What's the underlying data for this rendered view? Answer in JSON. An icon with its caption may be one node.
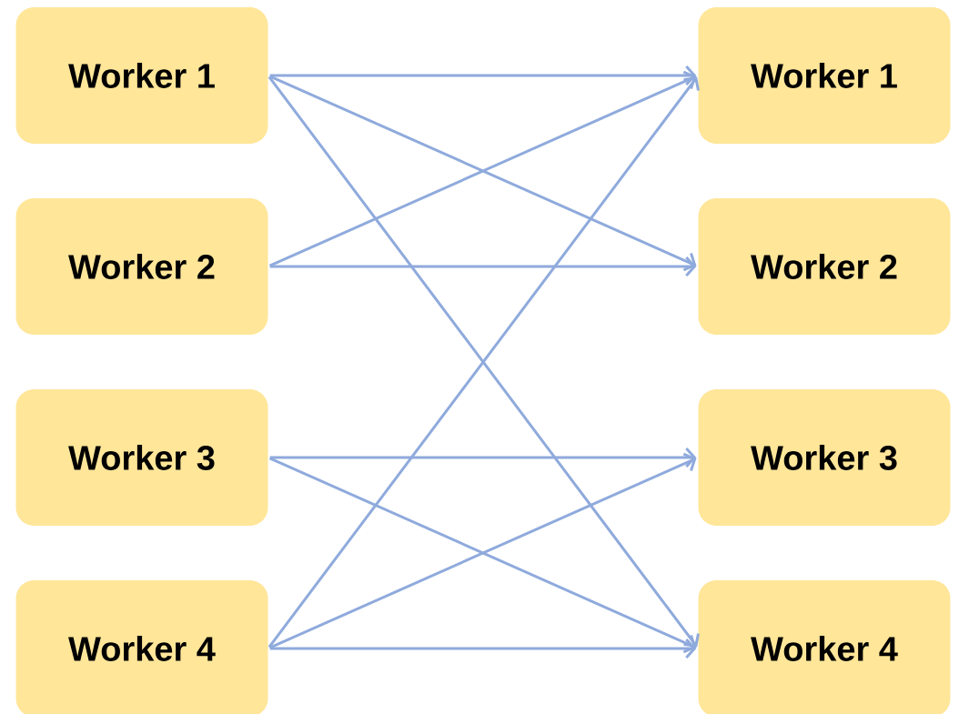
{
  "diagram": {
    "nodes": [
      {
        "text": [
          "Worker 1"
        ]
      },
      {
        "text": [
          "Worker 2"
        ]
      },
      {
        "text": [
          "Worker 3"
        ]
      },
      {
        "text": [
          "Worker 4"
        ]
      },
      {
        "text": [
          "Worker 1"
        ]
      },
      {
        "text": [
          "Worker 2"
        ]
      },
      {
        "text": [
          "Worker 3"
        ]
      },
      {
        "text": [
          "Worker 4"
        ]
      }
    ],
    "edges": [
      {
        "from": 0,
        "to": 4,
        "arrow": "to"
      },
      {
        "from": 0,
        "to": 5,
        "arrow": "to"
      },
      {
        "from": 0,
        "to": 7,
        "arrow": "to"
      },
      {
        "from": 1,
        "to": 4,
        "arrow": "to"
      },
      {
        "from": 1,
        "to": 5,
        "arrow": "to"
      },
      {
        "from": 2,
        "to": 6,
        "arrow": "to"
      },
      {
        "from": 2,
        "to": 7,
        "arrow": "to"
      },
      {
        "from": 3,
        "to": 4,
        "arrow": "to"
      },
      {
        "from": 3,
        "to": 6,
        "arrow": "to"
      },
      {
        "from": 3,
        "to": 7,
        "arrow": "to"
      }
    ]
  }
}
